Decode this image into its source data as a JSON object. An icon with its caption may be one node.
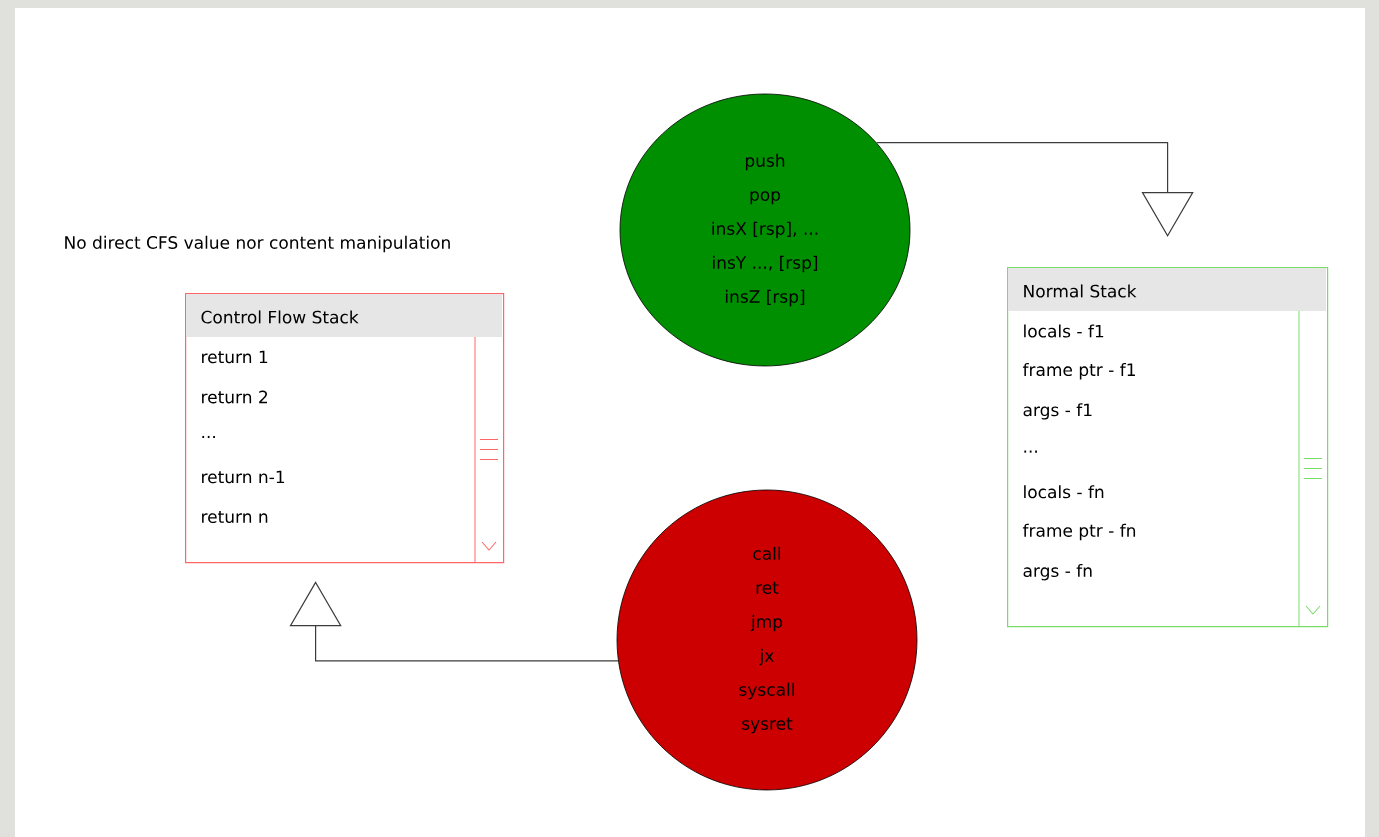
{
  "diagram": {
    "nodes": [
      {
        "text": [
          "push",
          "pop",
          "insX [rsp], ...",
          "insY ..., [rsp]",
          "insZ [rsp]"
        ]
      },
      {
        "text": [
          "Control Flow Stack",
          "return 1",
          "return 2",
          "...",
          "return n-1",
          "return n"
        ]
      },
      {
        "text": [
          "Normal Stack",
          "locals - f1",
          "frame ptr - f1",
          "args - f1",
          "...",
          "locals - fn",
          "frame ptr - fn",
          "args - fn"
        ]
      },
      {
        "text": [
          "call",
          "ret",
          "jmp",
          "jx",
          "syscall",
          "sysret"
        ]
      }
    ],
    "edges": [
      {
        "from": 0,
        "to": 2,
        "arrow": "to"
      },
      {
        "from": 3,
        "to": 1,
        "arrow": "to"
      }
    ],
    "labels": [
      "No direct CFS value nor content manipulation"
    ]
  }
}
